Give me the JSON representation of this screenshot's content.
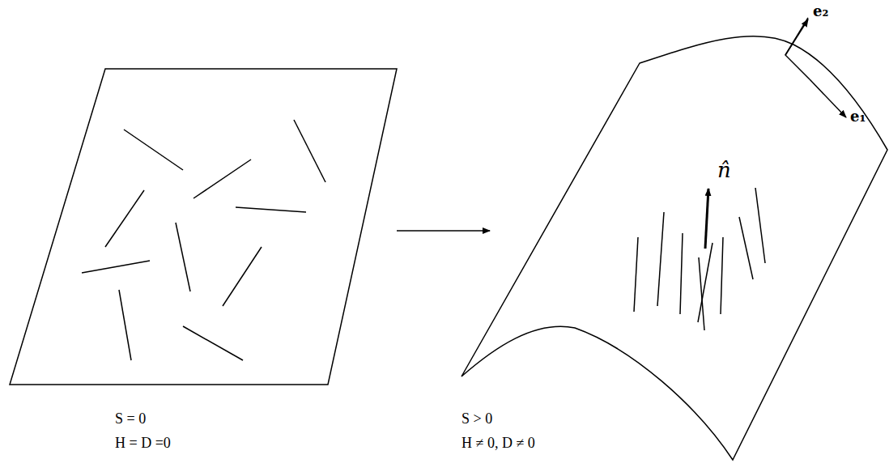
{
  "diagram": {
    "labels": [
      "S = 0",
      "H = D =0",
      "S > 0",
      "H ≠ 0, D ≠ 0",
      "e₂",
      "e₁",
      "n̂"
    ]
  }
}
